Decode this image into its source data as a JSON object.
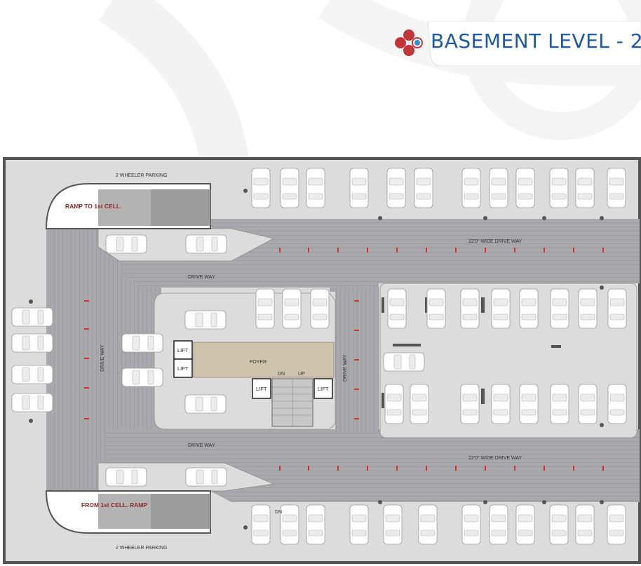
{
  "header": {
    "title": "BASEMENT LEVEL - 2",
    "logo_icon": "four-petal-logo-icon",
    "colors": {
      "title": "#1d5aa6",
      "logo_red": "#c0343a",
      "logo_blue": "#2b8fd6"
    }
  },
  "plan": {
    "labels": {
      "two_wheeler_top": "2 WHEELER PARKING",
      "two_wheeler_bottom": "2 WHEELER PARKING",
      "ramp_to": "RAMP TO 1st CELL.",
      "ramp_from": "FROM 1st CELL. RAMP",
      "drive_way_top": "DRIVE WAY",
      "drive_way_bottom": "DRIVE WAY",
      "drive_way_left": "DRIVE WAY",
      "drive_way_right": "DRIVE WAY",
      "wide_top": "22'0\" WIDE DRIVE WAY",
      "wide_bottom": "22'0\" WIDE DRIVE WAY",
      "foyer": "FOYER",
      "lift_1": "LIFT",
      "lift_2": "LIFT",
      "lift_3": "LIFT",
      "lift_4": "LIFT",
      "dn": "DN",
      "up": "UP",
      "dn_bottom": "DN"
    },
    "colors": {
      "slab": "#dcdcdc",
      "drive": "#a7a7ab",
      "wall": "#555555",
      "foyer": "#cdc3ad",
      "marker": "#d23030"
    }
  }
}
